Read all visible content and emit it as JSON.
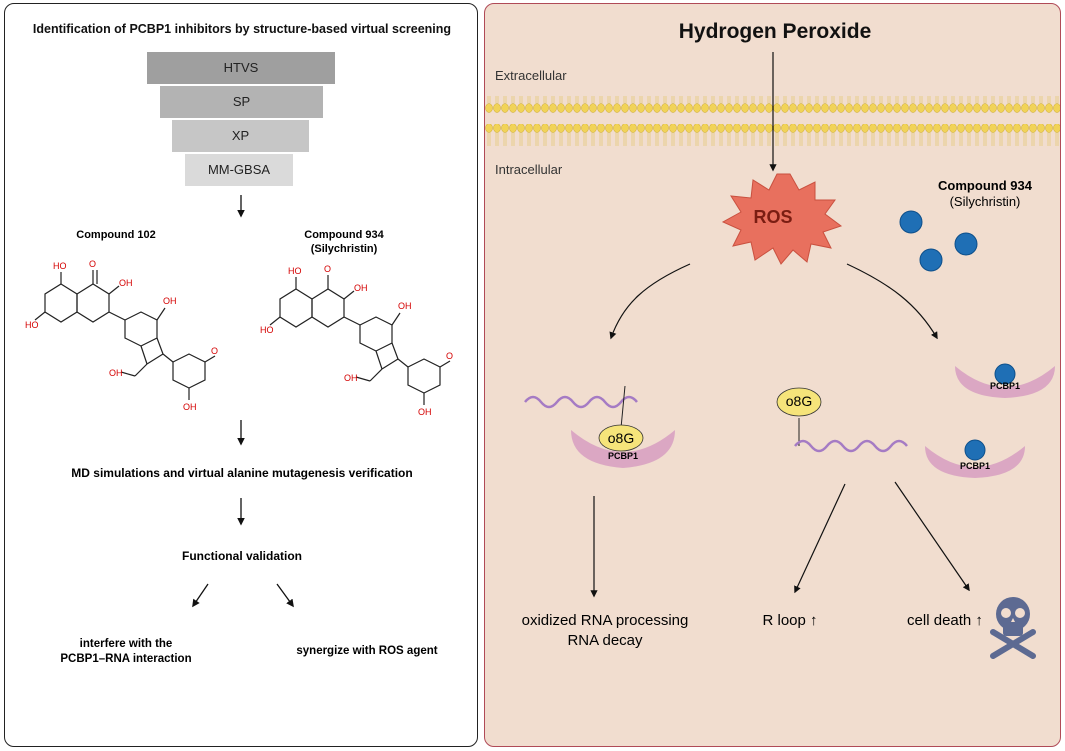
{
  "left": {
    "title": "Identification of PCBP1 inhibitors by structure-based virtual screening",
    "funnel": [
      "HTVS",
      "SP",
      "XP",
      "MM-GBSA"
    ],
    "compound1": {
      "name": "Compound 102"
    },
    "compound2": {
      "name": "Compound 934",
      "subname": "(Silychristin)"
    },
    "oh_label": "OH",
    "ho_label": "HO",
    "o_label": "O",
    "step_md": "MD simulations and virtual alanine mutagenesis verification",
    "step_functional": "Functional validation",
    "outcome1_line1": "interfere with the",
    "outcome1_line2": "PCBP1–RNA interaction",
    "outcome2": "synergize with ROS agent"
  },
  "right": {
    "title": "Hydrogen Peroxide",
    "extracellular": "Extracellular",
    "intracellular": "Intracellular",
    "ros": "ROS",
    "compound_name": "Compound 934",
    "compound_subname": "(Silychristin)",
    "pcbp1": "PCBP1",
    "o8g": "o8G",
    "outcome1_line1": "oxidized RNA processing",
    "outcome1_line2": "RNA decay",
    "outcome2": "R loop ↑",
    "outcome3": "cell death ↑",
    "icon": "skull-crossbones-icon"
  },
  "colors": {
    "right_bg": "#f1ddcf",
    "right_border": "#b04a57",
    "ros_fill": "#e8705e",
    "compound_dot": "#1f6fb5",
    "pcbp1_fill": "#dba7c3",
    "o8g_fill": "#f6e47a",
    "rna_wave": "#a57bc4",
    "membrane": "#f1d358",
    "heteroatom_red": "#d40000",
    "skull": "#5d6a92"
  }
}
